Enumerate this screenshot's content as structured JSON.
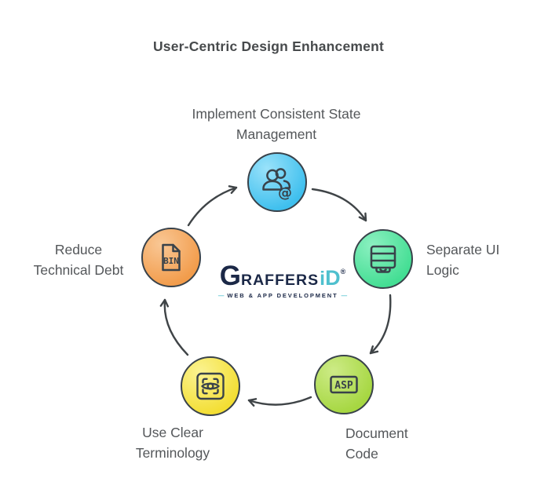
{
  "title": "User-Centric Design Enhancement",
  "title_color": "#474a4c",
  "text_color": "#54575a",
  "arrow_color": "#3f4447",
  "icon_stroke": "#39424a",
  "logo": {
    "g": "G",
    "raffers": "RAFFERS",
    "i": "i",
    "d": "D",
    "registered": "®",
    "dash": "—",
    "tagline": "WEB & APP DEVELOPMENT",
    "navy": "#1b2847",
    "teal": "#4fc0ce"
  },
  "nodes": [
    {
      "id": "state-management",
      "label": "Implement Consistent State\nManagement",
      "icon": "users-at-icon",
      "icon_text": "@",
      "color": "#3ebfee",
      "color_light": "#9ae2fa"
    },
    {
      "id": "separate-ui-logic",
      "label": "Separate UI\nLogic",
      "icon": "stack-drawer-icon",
      "icon_text": "",
      "color": "#43de93",
      "color_light": "#8cf0c1"
    },
    {
      "id": "document-code",
      "label": "Document\nCode",
      "icon": "asp-badge-icon",
      "icon_text": "ASP",
      "color": "#a6d741",
      "color_light": "#cdeb87"
    },
    {
      "id": "use-clear-terminology",
      "label": "Use Clear\nTerminology",
      "icon": "eye-scan-icon",
      "icon_text": "",
      "color": "#f3de33",
      "color_light": "#fbf392"
    },
    {
      "id": "reduce-technical-debt",
      "label": "Reduce\nTechnical Debt",
      "icon": "bin-file-icon",
      "icon_text": "BIN",
      "color": "#f29c4b",
      "color_light": "#f9c795"
    }
  ],
  "cycle_order": [
    "reduce-technical-debt",
    "state-management",
    "separate-ui-logic",
    "document-code",
    "use-clear-terminology"
  ]
}
